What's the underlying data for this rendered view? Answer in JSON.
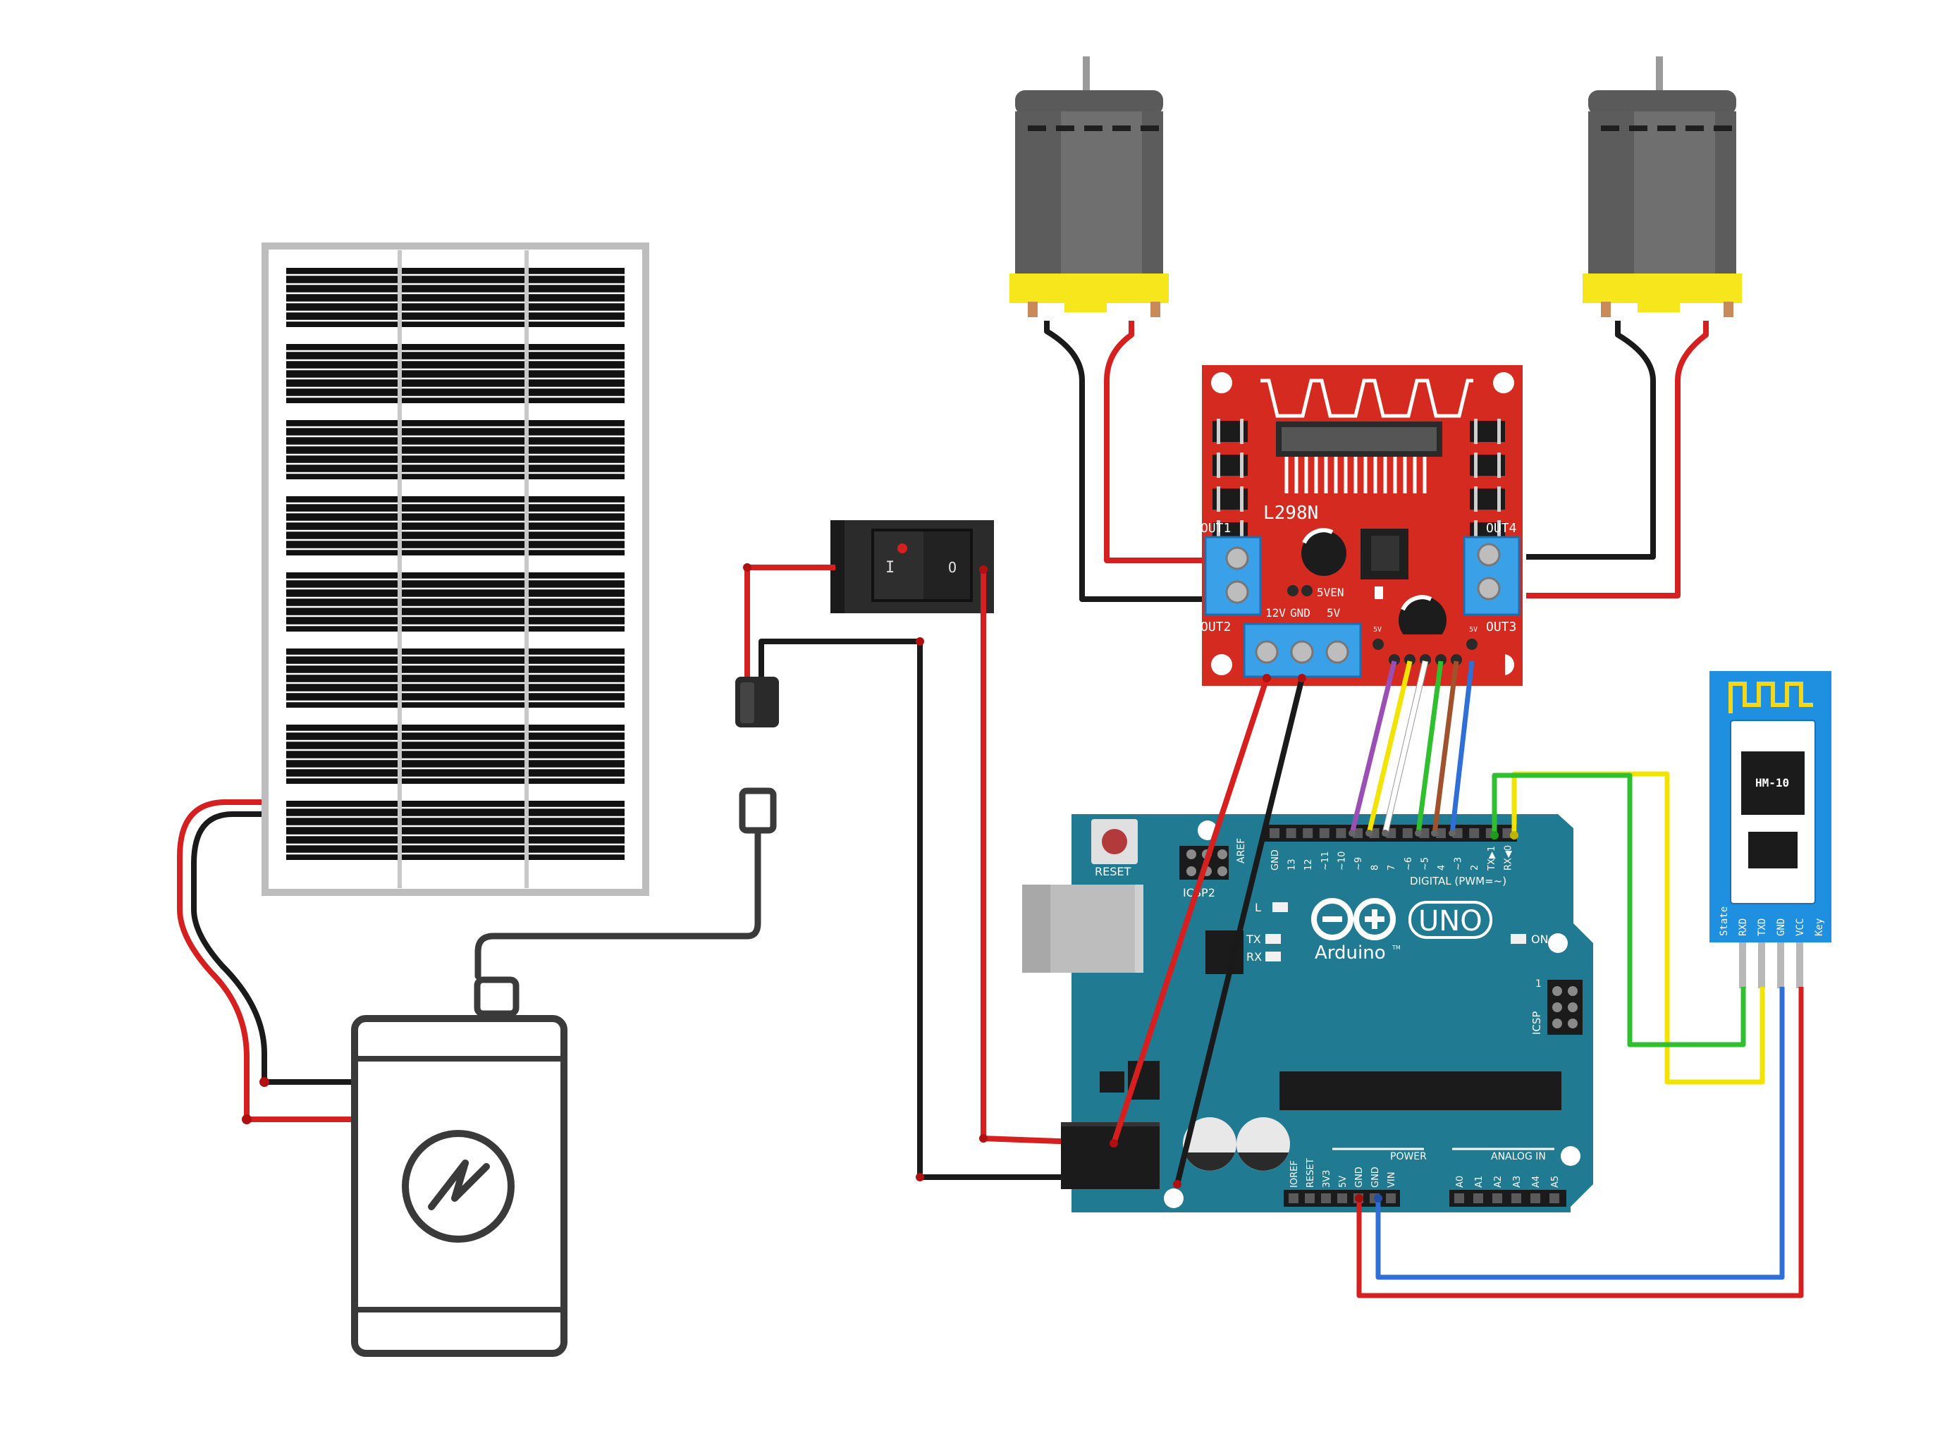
{
  "driver": {
    "chip_label": "L298N",
    "out1": "OUT1",
    "out2": "OUT2",
    "out3": "OUT3",
    "out4": "OUT4",
    "v12": "12V",
    "gnd": "GND",
    "v5": "5V",
    "sven": "5VEN",
    "pin_5v_left": "5V",
    "pin_5v_right": "5V"
  },
  "switch": {
    "on_mark": "I",
    "off_mark": "O"
  },
  "arduino": {
    "brand": "Arduino",
    "model": "UNO",
    "tm": "TM",
    "reset": "RESET",
    "icsp2": "ICSP2",
    "icsp": "ICSP",
    "icsp_pin1": "1",
    "l": "L",
    "tx": "TX",
    "rx": "RX",
    "on": "ON",
    "digital": "DIGITAL (PWM=~)",
    "aref": "AREF",
    "power": "POWER",
    "analog_in": "ANALOG IN",
    "digital_pins": [
      "GND",
      "13",
      "12",
      "~11",
      "~10",
      "~9",
      "8",
      "7",
      "~6",
      "~5",
      "4",
      "~3",
      "2",
      "TX▶1",
      "RX◀0"
    ],
    "power_pins": [
      "IOREF",
      "RESET",
      "3V3",
      "5V",
      "GND",
      "GND",
      "VIN"
    ],
    "analog_pins": [
      "A0",
      "A1",
      "A2",
      "A3",
      "A4",
      "A5"
    ]
  },
  "bluetooth": {
    "chip": "HM-10",
    "pins": [
      "State",
      "RXD",
      "TXD",
      "GND",
      "VCC",
      "Key"
    ]
  },
  "colors": {
    "board_red": "#d42a1f",
    "terminal_blue": "#3aa0e8",
    "arduino_teal": "#1f7a92",
    "bt_blue": "#1f8fe0",
    "wire_red": "#d61f1f",
    "wire_black": "#1a1a1a",
    "wire_yellow": "#f2e400",
    "wire_green": "#2fbf2f",
    "wire_blue": "#2f6fd6",
    "wire_purple": "#9b4fb4",
    "wire_brown": "#a0522d",
    "motor_yellow": "#f5e71c",
    "motor_grey": "#6f6f6f"
  },
  "icons": {
    "solar_panel": "solar-panel-icon",
    "battery": "battery-icon",
    "battery_symbol": "lightning-circle-icon"
  }
}
